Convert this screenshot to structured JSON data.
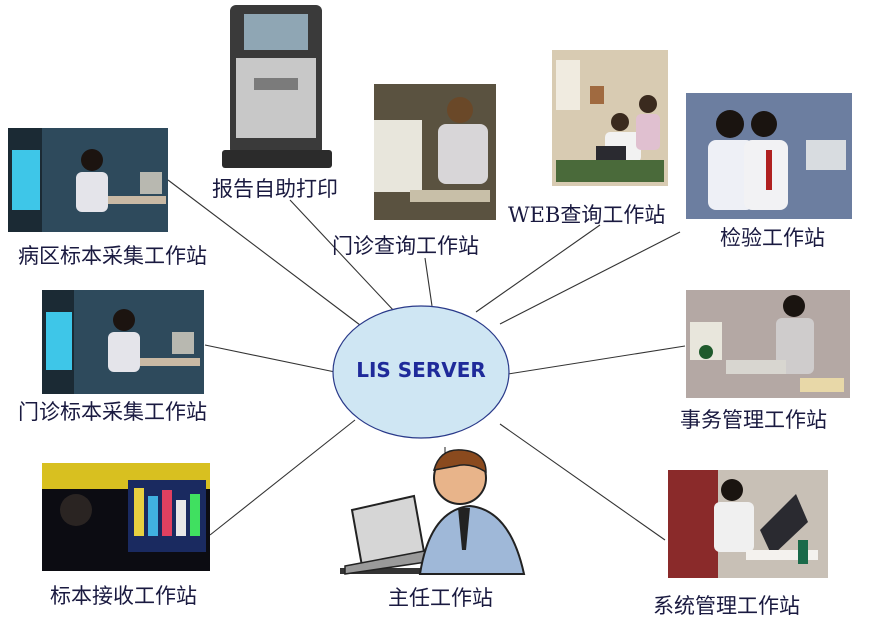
{
  "center": {
    "label": "LIS SERVER",
    "fill": "#cfe6f3",
    "stroke": "#2a3a8a"
  },
  "nodes": {
    "report_print": {
      "label": "报告自助打印"
    },
    "outpatient_query": {
      "label": "门诊查询工作站"
    },
    "web_query": {
      "label": "WEB查询工作站"
    },
    "lab": {
      "label": "检验工作站"
    },
    "ward_sample": {
      "label": "病区标本采集工作站"
    },
    "outpatient_sample": {
      "label": "门诊标本采集工作站"
    },
    "affairs": {
      "label": "事务管理工作站"
    },
    "sample_receive": {
      "label": "标本接收工作站"
    },
    "director": {
      "label": "主任工作站"
    },
    "system_admin": {
      "label": "系统管理工作站"
    }
  },
  "colors": {
    "label_text": "#1a1a40",
    "connector": "#333333"
  }
}
